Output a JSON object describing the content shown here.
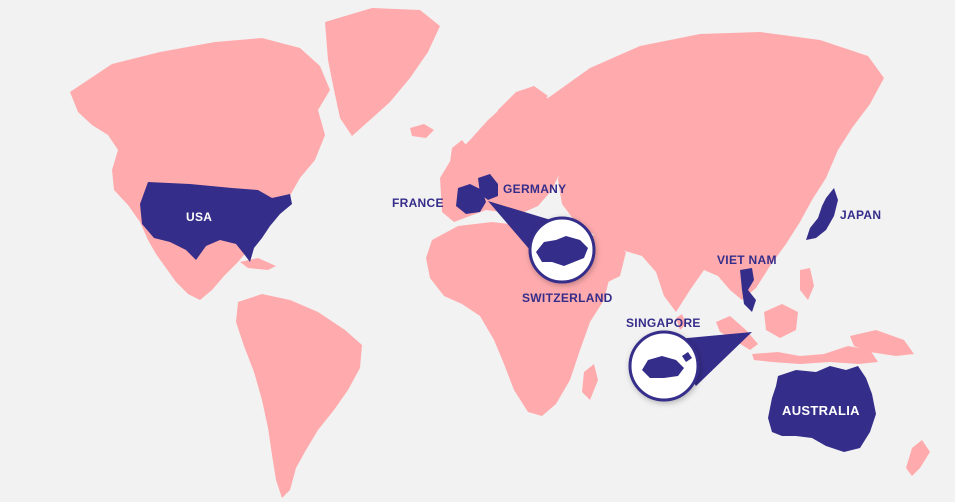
{
  "colors": {
    "background": "#f2f2f2",
    "land": "#ffabad",
    "highlight": "#352d8a",
    "label_on_land": "#ffffff"
  },
  "labels": {
    "usa": "USA",
    "france": "FRANCE",
    "germany": "GERMANY",
    "switzerland": "SWITZERLAND",
    "japan": "JAPAN",
    "viet_nam": "VIET NAM",
    "singapore": "SINGAPORE",
    "australia": "AUSTRALIA"
  }
}
